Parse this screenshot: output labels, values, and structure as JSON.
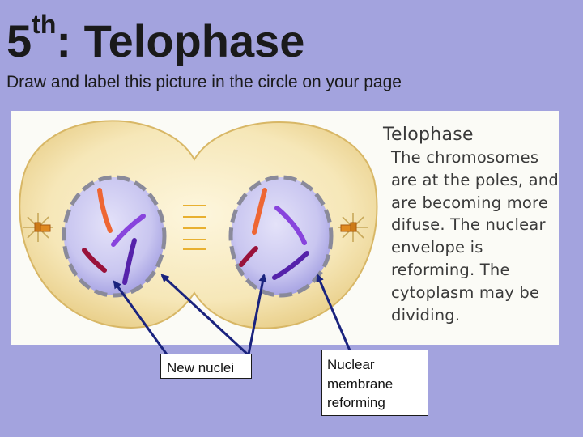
{
  "slide": {
    "title_number": "5",
    "title_superscript": "th",
    "title_text": ": Telophase",
    "subtitle": "Draw and label this picture in the circle on your page"
  },
  "figure": {
    "heading": "Telophase",
    "caption": "The chromosomes are at the poles, and are becoming more difuse. The nuclear envelope is reforming. The cytoplasm may be dividing."
  },
  "labels": {
    "new_nuclei": "New nuclei",
    "nuclear_membrane": "Nuclear membrane reforming"
  },
  "colors": {
    "background": "#a3a3de",
    "cytoplasm": "#f5e6b8",
    "nucleus": "#c9c6f0",
    "chromosome_orange": "#ee6633",
    "chromosome_purple": "#8844dd",
    "chromosome_maroon": "#99123a",
    "chromosome_indigo": "#5522aa",
    "arrow": "#1a237e"
  }
}
